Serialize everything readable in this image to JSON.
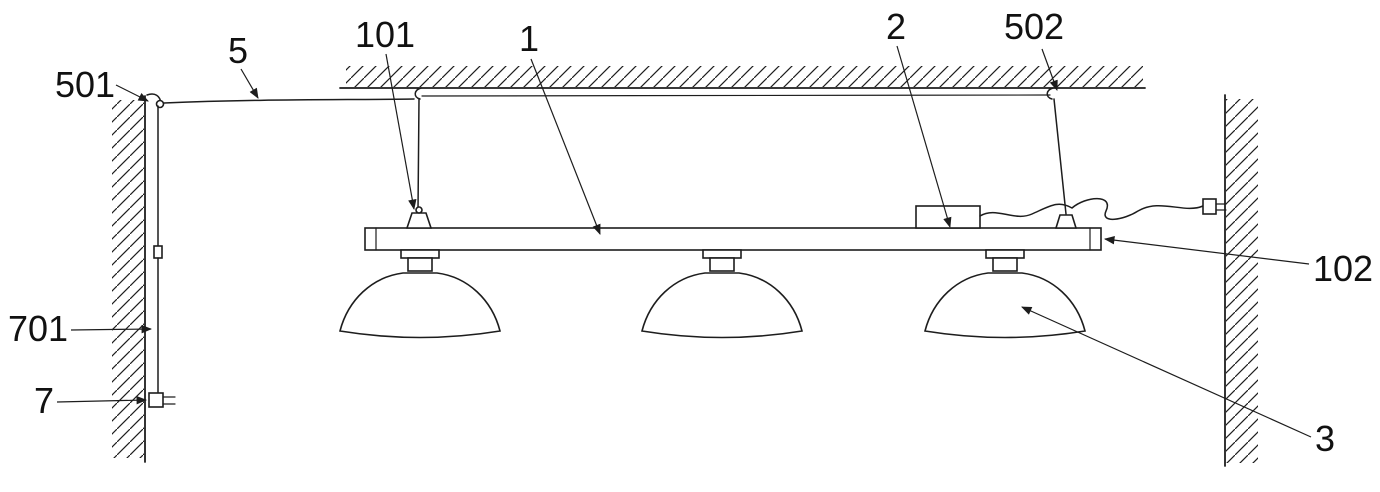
{
  "figure": {
    "background_color": "#ffffff",
    "line_color": "#1d1d1d",
    "labels": {
      "ref501": "501",
      "ref5": "5",
      "ref101": "101",
      "ref1": "1",
      "ref2": "2",
      "ref502": "502",
      "ref102": "102",
      "ref701": "701",
      "ref7": "7",
      "ref3": "3"
    }
  }
}
